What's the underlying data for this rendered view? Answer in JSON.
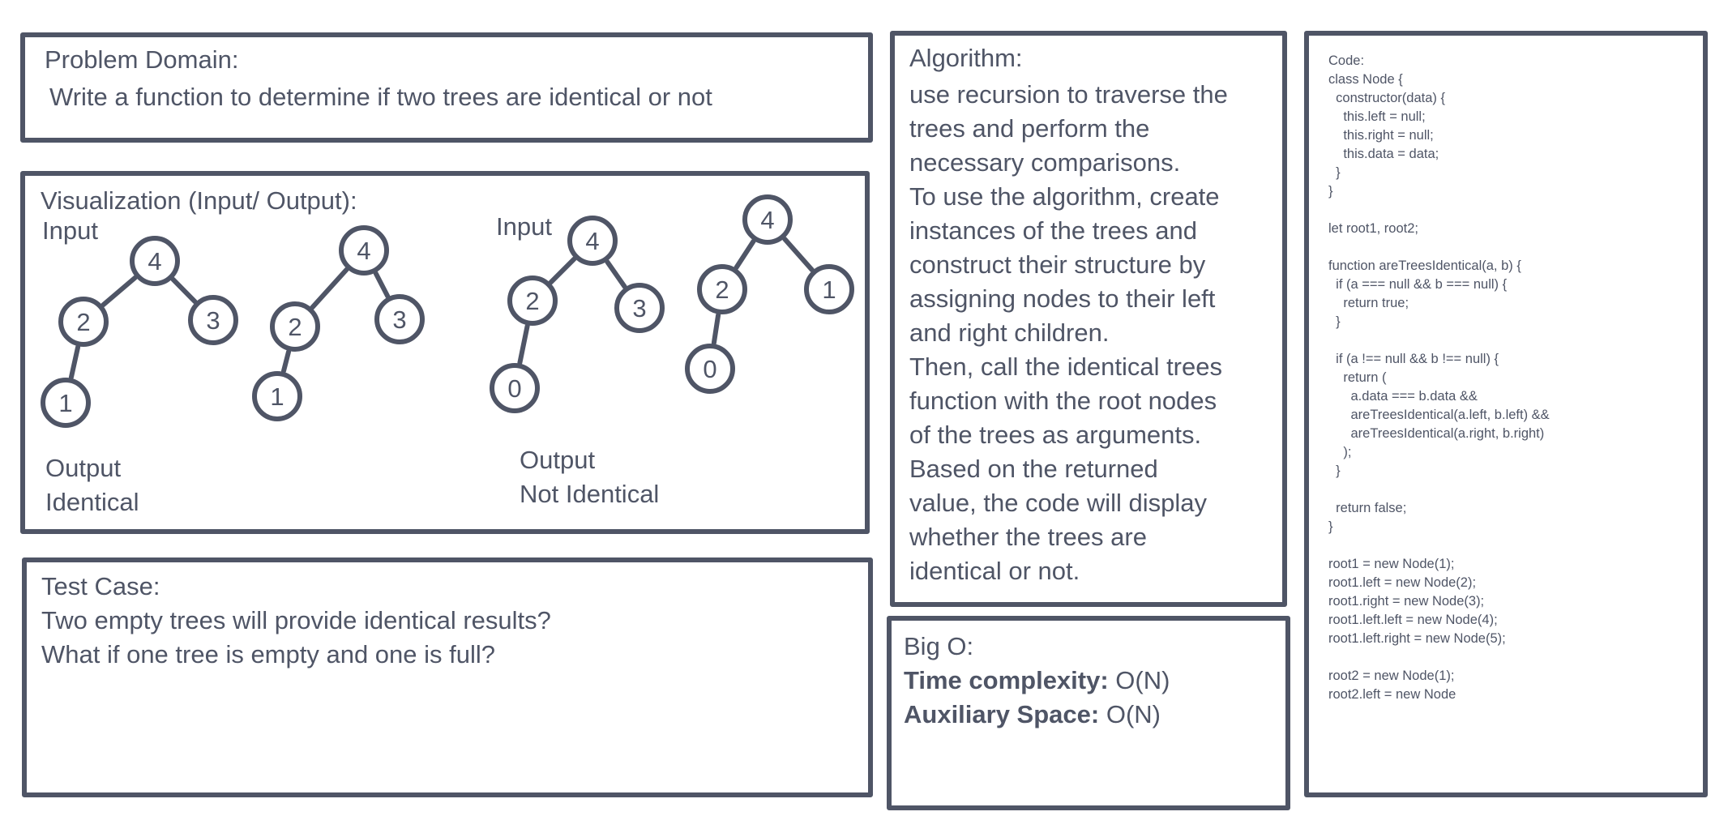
{
  "problem": {
    "title": "Problem Domain:",
    "text": "Write a function to determine if two trees are identical or not"
  },
  "visualization": {
    "title": "Visualization (Input/ Output):",
    "example1": {
      "input_label": "Input",
      "output_label": "Output",
      "output_value": "Identical",
      "tree_a": {
        "root": "4",
        "left": "2",
        "right": "3",
        "left_left": "1"
      },
      "tree_b": {
        "root": "4",
        "left": "2",
        "right": "3",
        "left_left": "1"
      }
    },
    "example2": {
      "input_label": "Input",
      "output_label": "Output",
      "output_value": "Not Identical",
      "tree_a": {
        "root": "4",
        "left": "2",
        "right": "3",
        "left_left": "0"
      },
      "tree_b": {
        "root": "4",
        "left": "2",
        "right": "1",
        "left_left": "0"
      }
    }
  },
  "test_case": {
    "title": "Test Case:",
    "lines": [
      "Two empty trees will provide identical results?",
      "What if one tree is empty and one is full?"
    ]
  },
  "algorithm": {
    "title": "Algorithm:",
    "lines": [
      "use recursion to traverse the",
      "trees and perform the",
      "necessary comparisons.",
      "To use the algorithm, create",
      "instances of the trees and",
      "construct their structure by",
      "assigning nodes to their left",
      "and right children.",
      "Then, call the identical trees",
      "function with the root nodes",
      "of the trees as arguments.",
      "Based on the returned",
      "value, the code will display",
      "whether the trees are",
      "identical or not."
    ]
  },
  "big_o": {
    "title": "Big O:",
    "time_label": "Time complexity:",
    "time_value": " O(N)",
    "space_label": "Auxiliary Space:",
    "space_value": " O(N)"
  },
  "code": {
    "title": "Code:",
    "lines": [
      "Code:",
      "class Node {",
      "  constructor(data) {",
      "    this.left = null;",
      "    this.right = null;",
      "    this.data = data;",
      "  }",
      "}",
      "",
      "let root1, root2;",
      "",
      "function areTreesIdentical(a, b) {",
      "  if (a === null && b === null) {",
      "    return true;",
      "  }",
      "",
      "  if (a !== null && b !== null) {",
      "    return (",
      "      a.data === b.data &&",
      "      areTreesIdentical(a.left, b.left) &&",
      "      areTreesIdentical(a.right, b.right)",
      "    );",
      "  }",
      "",
      "  return false;",
      "}",
      "",
      "root1 = new Node(1);",
      "root1.left = new Node(2);",
      "root1.right = new Node(3);",
      "root1.left.left = new Node(4);",
      "root1.left.right = new Node(5);",
      "",
      "root2 = new Node(1);",
      "root2.left = new Node"
    ]
  }
}
